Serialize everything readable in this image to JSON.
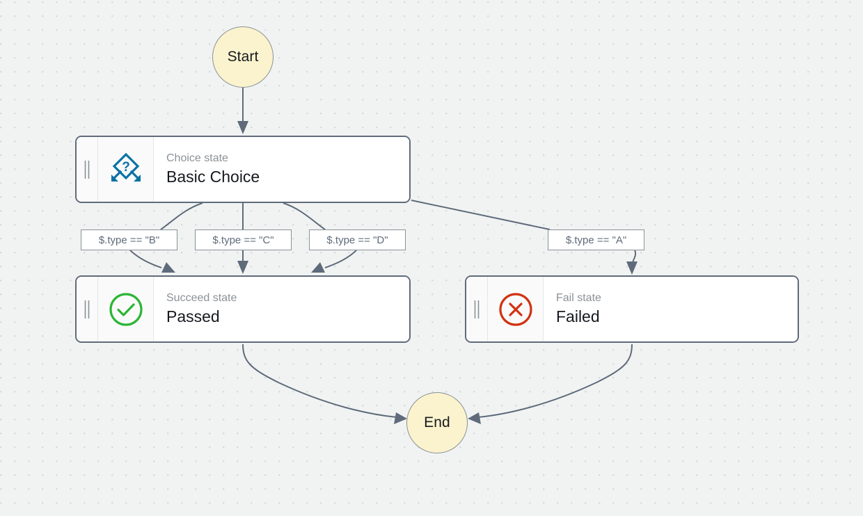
{
  "canvas": {
    "background_color": "#f1f3f3",
    "dot_color": "#d5dbdb"
  },
  "terminals": {
    "start": {
      "label": "Start",
      "fill": "#fbf3cd",
      "border": "#879196"
    },
    "end": {
      "label": "End",
      "fill": "#fbf3cd",
      "border": "#879196"
    }
  },
  "nodes": [
    {
      "id": "basic-choice",
      "subtitle": "Choice state",
      "title": "Basic Choice",
      "icon": "choice-diamond-icon",
      "icon_color": "#0972a5"
    },
    {
      "id": "passed",
      "subtitle": "Succeed state",
      "title": "Passed",
      "icon": "check-circle-icon",
      "icon_color": "#2bb534"
    },
    {
      "id": "failed",
      "subtitle": "Fail state",
      "title": "Failed",
      "icon": "x-circle-icon",
      "icon_color": "#d13212"
    }
  ],
  "edge_labels": [
    {
      "id": "cond-b",
      "text": "$.type == \"B\""
    },
    {
      "id": "cond-c",
      "text": "$.type == \"C\""
    },
    {
      "id": "cond-d",
      "text": "$.type == \"D\""
    },
    {
      "id": "cond-a",
      "text": "$.type == \"A\""
    }
  ],
  "edge_style": {
    "stroke": "#5f6b7a",
    "stroke_width": 2
  }
}
